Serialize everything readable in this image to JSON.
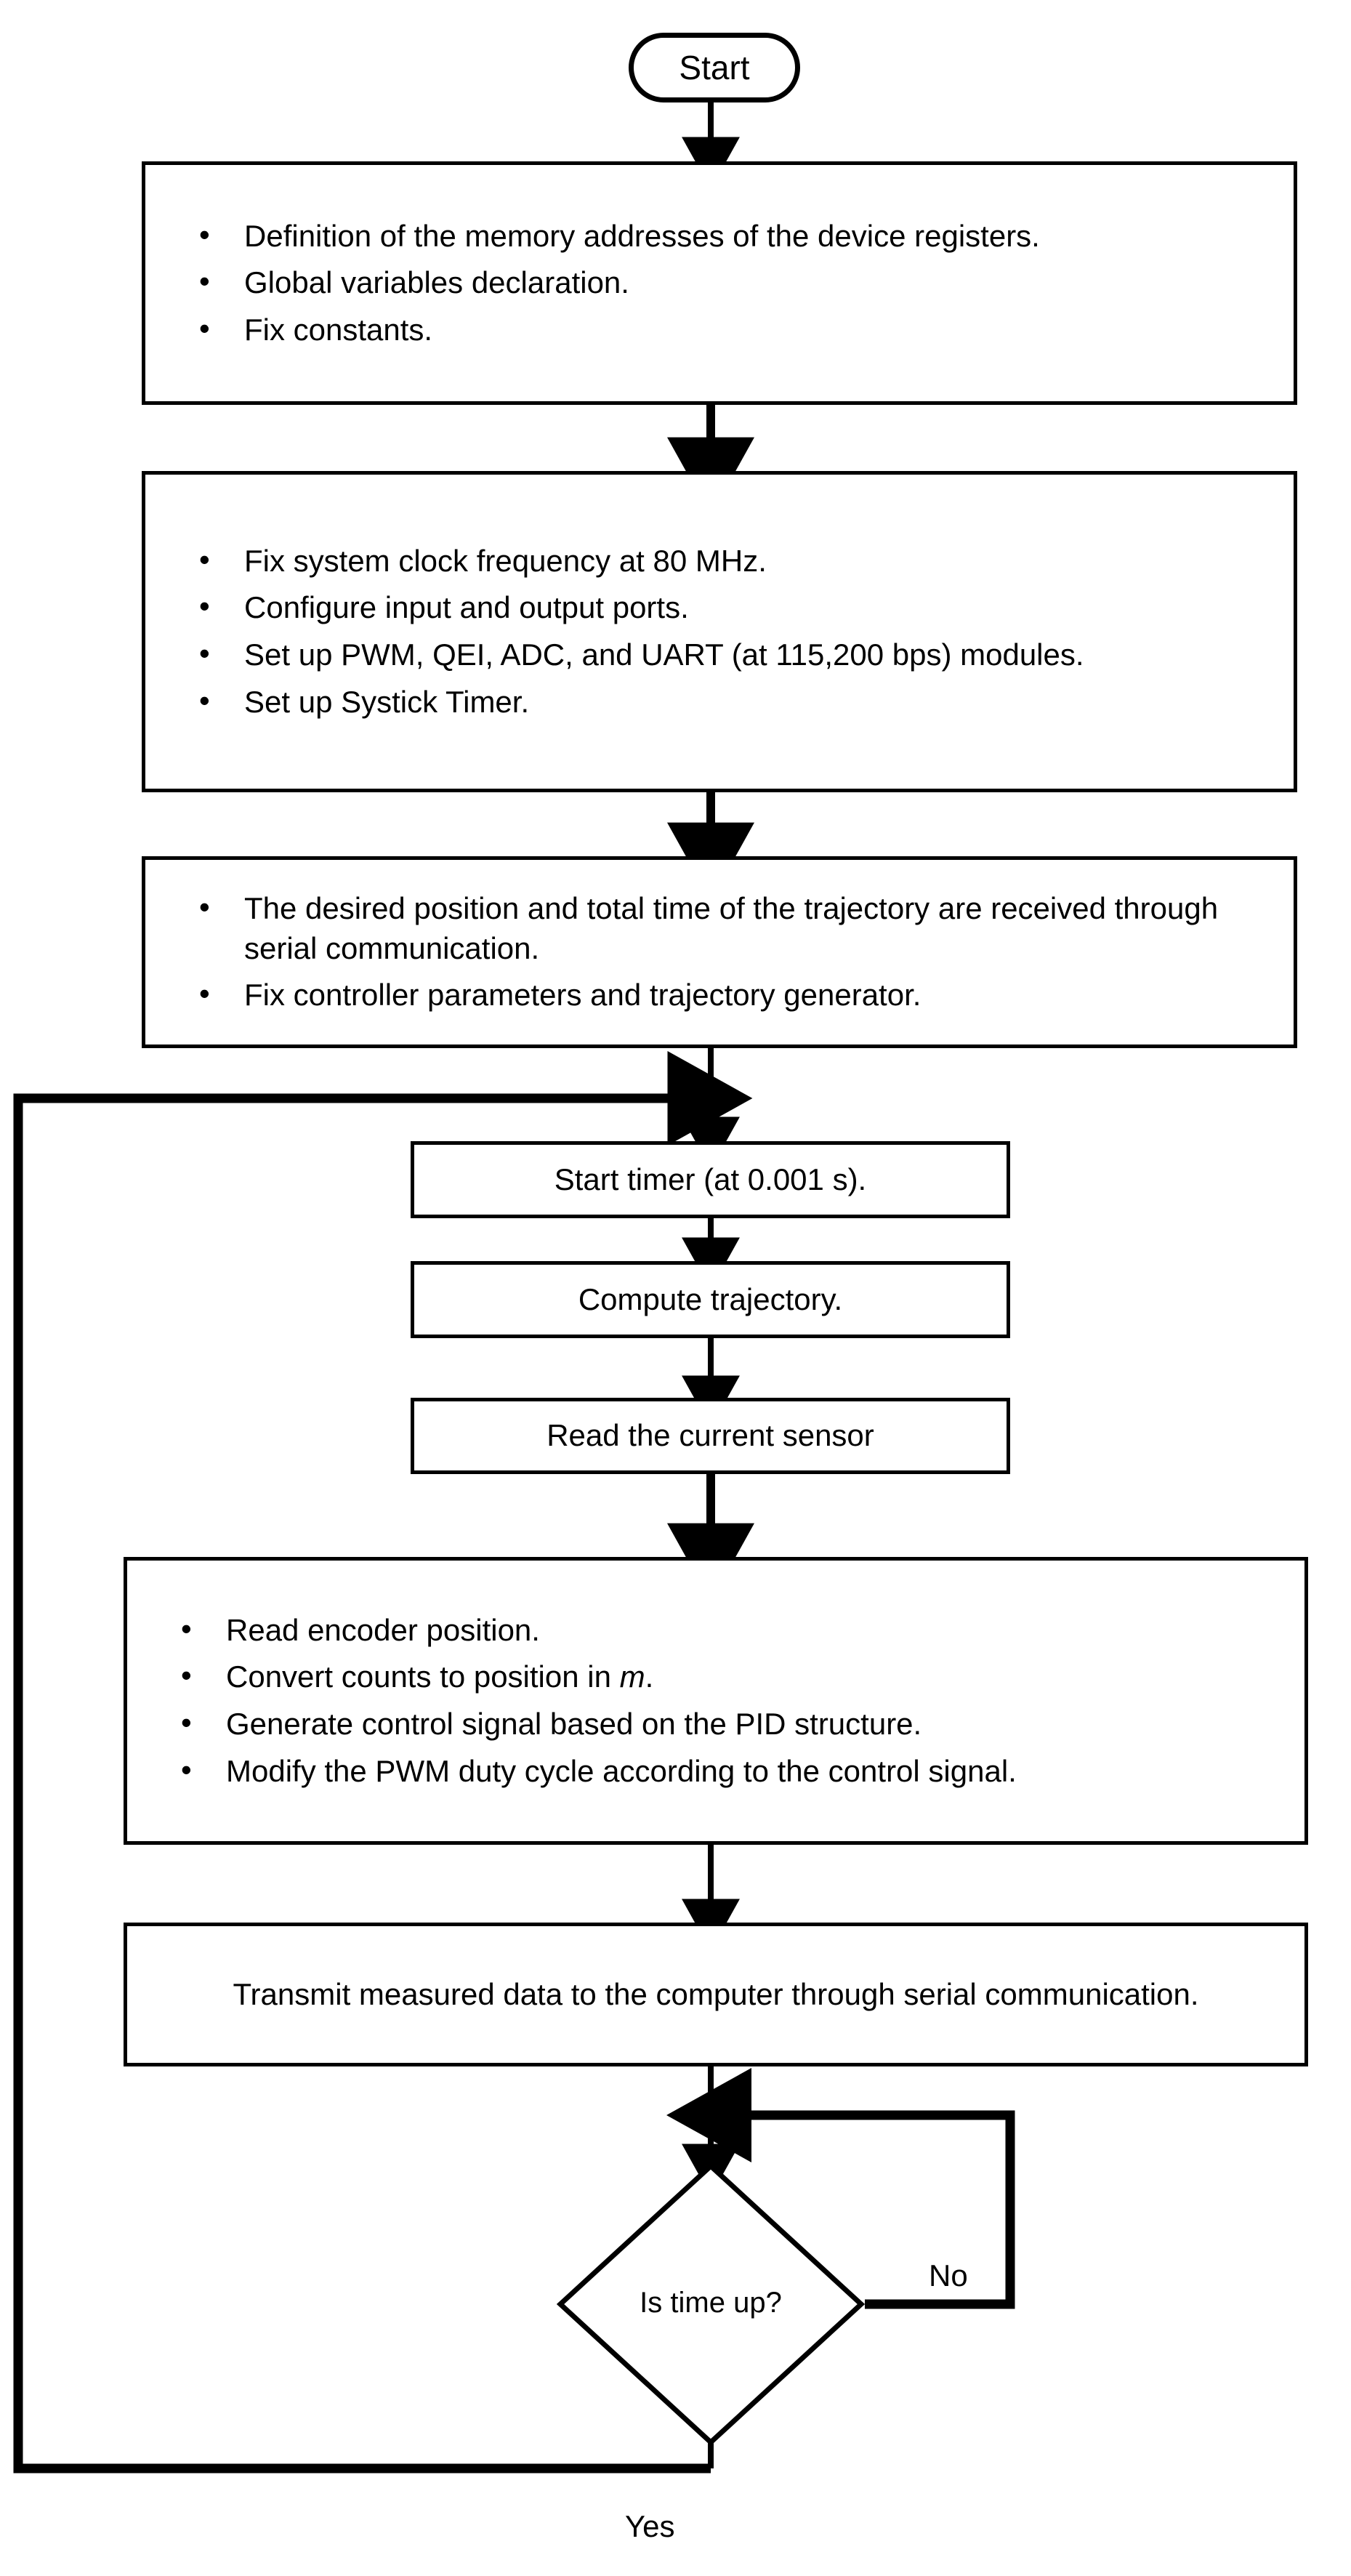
{
  "flowchart": {
    "title_node": {
      "label": "Start"
    },
    "steps": [
      {
        "id": "init-definitions",
        "kind": "process",
        "bullets": [
          "Definition of the memory addresses of the device registers.",
          "Global variables declaration.",
          "Fix constants."
        ]
      },
      {
        "id": "peripheral-setup",
        "kind": "process",
        "bullets": [
          "Fix system clock frequency at 80 MHz.",
          "Configure input and output ports.",
          "Set up PWM, QEI, ADC, and UART (at 115,200 bps) modules.",
          "Set up Systick Timer."
        ]
      },
      {
        "id": "receive-parameters",
        "kind": "process",
        "bullets": [
          "The desired position and total time of the trajectory are received through serial communication.",
          "Fix controller parameters and trajectory generator."
        ]
      },
      {
        "id": "start-timer",
        "kind": "process-single",
        "text": "Start timer (at 0.001 s)."
      },
      {
        "id": "compute-traj",
        "kind": "process-single",
        "text": "Compute trajectory."
      },
      {
        "id": "read-current",
        "kind": "process-single",
        "text": "Read the current sensor"
      },
      {
        "id": "control-loop-body",
        "kind": "process",
        "bullets": [
          "Read encoder position.",
          "Convert counts to position in m.",
          "Generate control signal based on the PID structure.",
          "Modify the PWM duty cycle according to the control signal."
        ],
        "italic_tokens": [
          "m"
        ]
      },
      {
        "id": "transmit-data",
        "kind": "process-single",
        "text": "Transmit measured data to the computer through serial communication."
      }
    ],
    "decision": {
      "id": "is-time-up",
      "label": "Is time up?"
    },
    "branch_labels": {
      "no": "No",
      "yes": "Yes"
    },
    "colors": {
      "stroke": "#000000",
      "fill": "#ffffff",
      "text": "#000000"
    }
  }
}
